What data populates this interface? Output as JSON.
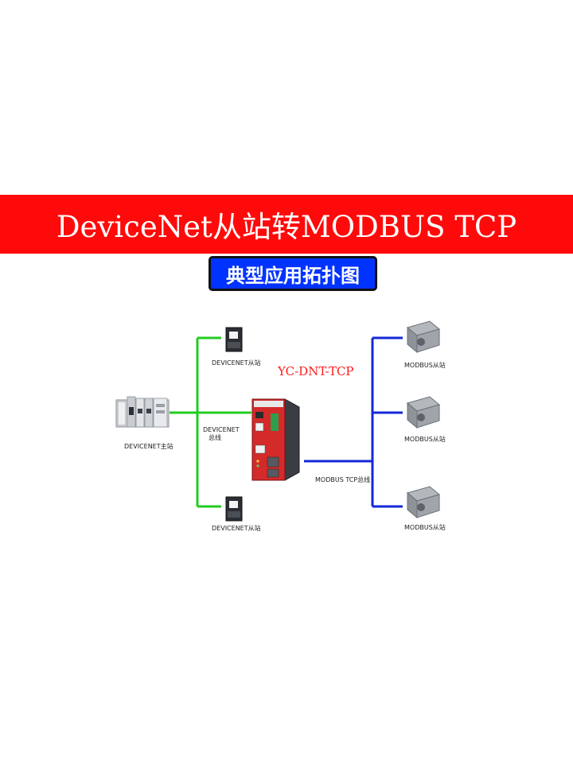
{
  "banner": {
    "title": "DeviceNet从站转MODBUS TCP",
    "bg": "#ff0a0a"
  },
  "subtitle": {
    "text": "典型应用拓扑图",
    "bg": "#0033ff"
  },
  "diagram": {
    "model_label": "YC-DNT-TCP",
    "devicenet_master": "DEVICENET主站",
    "devicenet_bus_line1": "DEVICENET",
    "devicenet_bus_line2": "总线",
    "devicenet_slave_top": "DEVICENET从站",
    "devicenet_slave_bottom": "DEVICENET从站",
    "modbus_bus": "MODBUS TCP总线",
    "modbus_slaves": [
      "MODBUS从站",
      "MODBUS从站",
      "MODBUS从站"
    ],
    "colors": {
      "devicenet_line": "#22cc22",
      "modbus_line": "#1428d8",
      "gateway": "#d42a2a"
    }
  }
}
